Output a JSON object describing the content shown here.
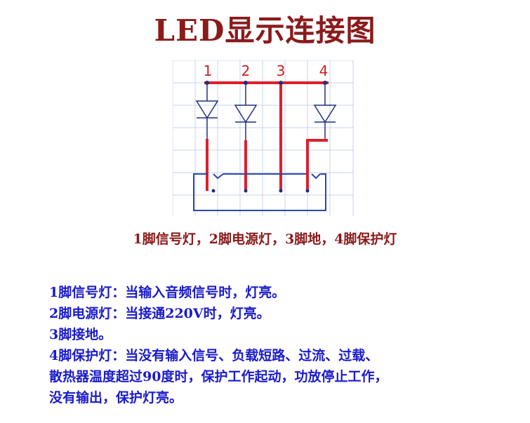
{
  "title": "LED显示连接图",
  "diagram": {
    "pins": [
      "1",
      "2",
      "3",
      "4"
    ],
    "colors": {
      "wire": "#dd1f2e",
      "outline": "#2a48a8",
      "dot": "#1f2f80",
      "grid": "#c7d3ec"
    }
  },
  "caption": "1脚信号灯，2脚电源灯，3脚地，4脚保护灯",
  "description": [
    "1脚信号灯：当输入音频信号时，灯亮。",
    "2脚电源灯：当接通220V时，灯亮。",
    "3脚接地。",
    "4脚保护灯：当没有输入信号、负载短路、过流、过载、",
    "散热器温度超过90度时，保护工作起动，功放停止工作，",
    "没有输出，保护灯亮。"
  ]
}
